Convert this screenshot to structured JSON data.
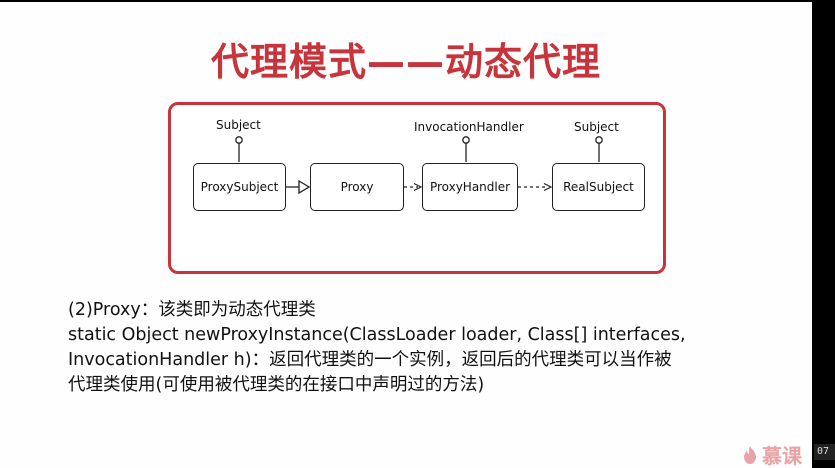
{
  "slide": {
    "title": "代理模式——动态代理",
    "diagram": {
      "nodes": {
        "proxy_subject": "ProxySubject",
        "proxy": "Proxy",
        "proxy_handler": "ProxyHandler",
        "real_subject": "RealSubject"
      },
      "interfaces": {
        "proxy_subject_iface": "Subject",
        "proxy_handler_iface": "InvocationHandler",
        "real_subject_iface": "Subject"
      }
    },
    "body_lines": [
      "(2)Proxy：该类即为动态代理类",
      "static Object newProxyInstance(ClassLoader loader, Class[] interfaces,",
      "InvocationHandler h)：返回代理类的一个实例，返回后的代理类可以当作被",
      "代理类使用(可使用被代理类的在接口中声明过的方法)"
    ]
  },
  "watermark": {
    "text": "慕课",
    "icon": "flame-logo-icon"
  },
  "player": {
    "time_badge": "07"
  },
  "colors": {
    "accent": "#c8343c",
    "text": "#111111",
    "background": "#fefefe"
  }
}
